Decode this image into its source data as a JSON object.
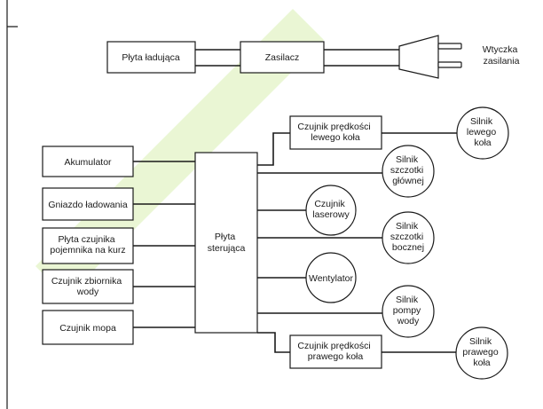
{
  "power": {
    "charging_board": "Płyta ładująca",
    "power_supply": "Zasilacz",
    "plug": [
      "Wtyczka",
      "zasilania"
    ]
  },
  "control_board": [
    "Płyta",
    "sterująca"
  ],
  "inputs": {
    "battery": [
      "Akumulator"
    ],
    "charging_socket": [
      "Gniazdo ładowania"
    ],
    "dust_bin_sensor_board": [
      "Płyta czujnika",
      "pojemnika na kurz"
    ],
    "water_tank_sensor": [
      "Czujnik zbiornika",
      "wody"
    ],
    "mop_sensor": [
      "Czujnik mopa"
    ]
  },
  "outputs": {
    "left_wheel_speed_sensor": [
      "Czujnik prędkości",
      "lewego koła"
    ],
    "left_wheel_motor": [
      "Silnik",
      "lewego",
      "koła"
    ],
    "main_brush_motor": [
      "Silnik",
      "szczotki",
      "głównej"
    ],
    "laser_sensor": [
      "Czujnik",
      "laserowy"
    ],
    "side_brush_motor": [
      "Silnik",
      "szczotki",
      "bocznej"
    ],
    "fan": [
      "Wentylator"
    ],
    "water_pump_motor": [
      "Silnik",
      "pompy",
      "wody"
    ],
    "right_wheel_speed_sensor": [
      "Czujnik prędkości",
      "prawego koła"
    ],
    "right_wheel_motor": [
      "Silnik",
      "prawego",
      "koła"
    ]
  }
}
